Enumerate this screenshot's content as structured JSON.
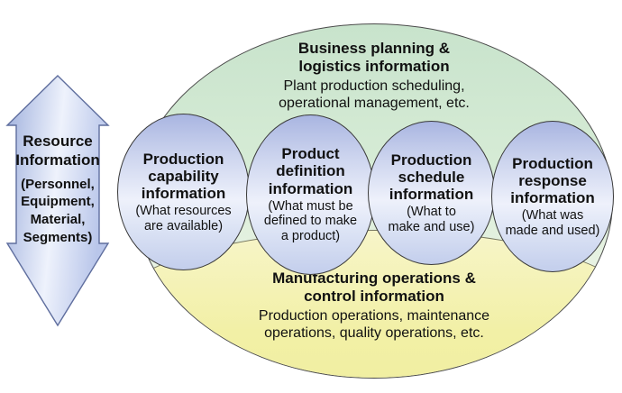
{
  "diagram": {
    "title_implicit": "Information flows between business planning and manufacturing operations",
    "resource_arrow": {
      "title_lines": [
        "Resource",
        "Information"
      ],
      "subtitle_lines": [
        "(Personnel,",
        "Equipment,",
        "Material,",
        "Segments)"
      ]
    },
    "business_section": {
      "title_lines": [
        "Business planning &",
        "logistics information"
      ],
      "subtitle_lines": [
        "Plant production scheduling,",
        "operational management, etc."
      ]
    },
    "manufacturing_section": {
      "title_lines": [
        "Manufacturing operations &",
        "control information"
      ],
      "subtitle_lines": [
        "Production operations, maintenance",
        "operations, quality operations, etc."
      ]
    },
    "info_ellipses": [
      {
        "title_lines": [
          "Production",
          "capability",
          "information"
        ],
        "subtitle_lines": [
          "(What resources",
          "are available)"
        ]
      },
      {
        "title_lines": [
          "Product",
          "definition",
          "information"
        ],
        "subtitle_lines": [
          "(What must be",
          "defined to make",
          "a product)"
        ]
      },
      {
        "title_lines": [
          "Production",
          "schedule",
          "information"
        ],
        "subtitle_lines": [
          "(What to",
          "make and use)"
        ]
      },
      {
        "title_lines": [
          "Production",
          "response",
          "information"
        ],
        "subtitle_lines": [
          "(What was",
          "made and used)"
        ]
      }
    ],
    "colors": {
      "business_green_top": "#c8e3cc",
      "business_green_bottom": "#eef5e8",
      "operations_yellow_top": "#f7f5c9",
      "operations_yellow_bottom": "#f0eea0",
      "info_blue_top": "#a9b5e1",
      "info_blue_mid": "#eef1fb",
      "info_blue_bottom": "#c3ceec",
      "arrow_blue_dark": "#9fb0dd",
      "arrow_blue_light": "#eef2fc",
      "outline": "#4a4a4a",
      "text": "#111111",
      "background": "#ffffff"
    }
  }
}
